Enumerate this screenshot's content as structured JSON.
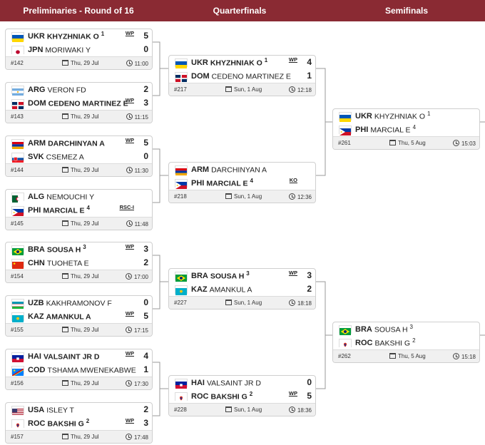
{
  "header": {
    "round16": "Preliminaries - Round of 16",
    "quarter": "Quarterfinals",
    "semi": "Semifinals"
  },
  "round16": [
    {
      "id": "#142",
      "date": "Thu, 29 Jul",
      "time": "11:00",
      "p": [
        {
          "noc": "UKR",
          "name": "KHYZHNIAK O",
          "seed": "1",
          "dec": "WP",
          "score": "5",
          "bold": true,
          "flag": "ukr"
        },
        {
          "noc": "JPN",
          "name": "MORIWAKI Y",
          "seed": "",
          "dec": "",
          "score": "0",
          "bold": false,
          "flag": "jpn"
        }
      ]
    },
    {
      "id": "#143",
      "date": "Thu, 29 Jul",
      "time": "11:15",
      "p": [
        {
          "noc": "ARG",
          "name": "VERON FD",
          "seed": "",
          "dec": "",
          "score": "2",
          "bold": false,
          "flag": "arg"
        },
        {
          "noc": "DOM",
          "name": "CEDENO MARTINEZ E",
          "seed": "",
          "dec": "WP",
          "score": "3",
          "bold": true,
          "flag": "dom"
        }
      ]
    },
    {
      "id": "#144",
      "date": "Thu, 29 Jul",
      "time": "11:30",
      "p": [
        {
          "noc": "ARM",
          "name": "DARCHINYAN A",
          "seed": "",
          "dec": "WP",
          "score": "5",
          "bold": true,
          "flag": "arm"
        },
        {
          "noc": "SVK",
          "name": "CSEMEZ A",
          "seed": "",
          "dec": "",
          "score": "0",
          "bold": false,
          "flag": "svk"
        }
      ]
    },
    {
      "id": "#145",
      "date": "Thu, 29 Jul",
      "time": "11:48",
      "p": [
        {
          "noc": "ALG",
          "name": "NEMOUCHI Y",
          "seed": "",
          "dec": "",
          "score": "",
          "bold": false,
          "flag": "alg"
        },
        {
          "noc": "PHI",
          "name": "MARCIAL E",
          "seed": "4",
          "dec": "RSC-I",
          "score": "",
          "bold": true,
          "flag": "phi"
        }
      ]
    },
    {
      "id": "#154",
      "date": "Thu, 29 Jul",
      "time": "17:00",
      "p": [
        {
          "noc": "BRA",
          "name": "SOUSA H",
          "seed": "3",
          "dec": "WP",
          "score": "3",
          "bold": true,
          "flag": "bra"
        },
        {
          "noc": "CHN",
          "name": "TUOHETA E",
          "seed": "",
          "dec": "",
          "score": "2",
          "bold": false,
          "flag": "chn"
        }
      ]
    },
    {
      "id": "#155",
      "date": "Thu, 29 Jul",
      "time": "17:15",
      "p": [
        {
          "noc": "UZB",
          "name": "KAKHRAMONOV F",
          "seed": "",
          "dec": "",
          "score": "0",
          "bold": false,
          "flag": "uzb"
        },
        {
          "noc": "KAZ",
          "name": "AMANKUL A",
          "seed": "",
          "dec": "WP",
          "score": "5",
          "bold": true,
          "flag": "kaz"
        }
      ]
    },
    {
      "id": "#156",
      "date": "Thu, 29 Jul",
      "time": "17:30",
      "p": [
        {
          "noc": "HAI",
          "name": "VALSAINT JR D",
          "seed": "",
          "dec": "WP",
          "score": "4",
          "bold": true,
          "flag": "hai"
        },
        {
          "noc": "COD",
          "name": "TSHAMA MWENEKABWE",
          "seed": "",
          "dec": "",
          "score": "1",
          "bold": false,
          "flag": "cod"
        }
      ]
    },
    {
      "id": "#157",
      "date": "Thu, 29 Jul",
      "time": "17:48",
      "p": [
        {
          "noc": "USA",
          "name": "ISLEY T",
          "seed": "",
          "dec": "",
          "score": "2",
          "bold": false,
          "flag": "usa"
        },
        {
          "noc": "ROC",
          "name": "BAKSHI G",
          "seed": "2",
          "dec": "WP",
          "score": "3",
          "bold": true,
          "flag": "roc"
        }
      ]
    }
  ],
  "quarter": [
    {
      "id": "#217",
      "date": "Sun, 1 Aug",
      "time": "12:18",
      "p": [
        {
          "noc": "UKR",
          "name": "KHYZHNIAK O",
          "seed": "1",
          "dec": "WP",
          "score": "4",
          "bold": true,
          "flag": "ukr"
        },
        {
          "noc": "DOM",
          "name": "CEDENO MARTINEZ E",
          "seed": "",
          "dec": "",
          "score": "1",
          "bold": false,
          "flag": "dom"
        }
      ]
    },
    {
      "id": "#218",
      "date": "Sun, 1 Aug",
      "time": "12:36",
      "p": [
        {
          "noc": "ARM",
          "name": "DARCHINYAN A",
          "seed": "",
          "dec": "",
          "score": "",
          "bold": false,
          "flag": "arm"
        },
        {
          "noc": "PHI",
          "name": "MARCIAL E",
          "seed": "4",
          "dec": "KO",
          "score": "",
          "bold": true,
          "flag": "phi"
        }
      ]
    },
    {
      "id": "#227",
      "date": "Sun, 1 Aug",
      "time": "18:18",
      "p": [
        {
          "noc": "BRA",
          "name": "SOUSA H",
          "seed": "3",
          "dec": "WP",
          "score": "3",
          "bold": true,
          "flag": "bra"
        },
        {
          "noc": "KAZ",
          "name": "AMANKUL A",
          "seed": "",
          "dec": "",
          "score": "2",
          "bold": false,
          "flag": "kaz"
        }
      ]
    },
    {
      "id": "#228",
      "date": "Sun, 1 Aug",
      "time": "18:36",
      "p": [
        {
          "noc": "HAI",
          "name": "VALSAINT JR D",
          "seed": "",
          "dec": "",
          "score": "0",
          "bold": false,
          "flag": "hai"
        },
        {
          "noc": "ROC",
          "name": "BAKSHI G",
          "seed": "2",
          "dec": "WP",
          "score": "5",
          "bold": true,
          "flag": "roc"
        }
      ]
    }
  ],
  "semi": [
    {
      "id": "#261",
      "date": "Thu, 5 Aug",
      "time": "15:03",
      "p": [
        {
          "noc": "UKR",
          "name": "KHYZHNIAK O",
          "seed": "1",
          "dec": "",
          "score": "",
          "bold": false,
          "flag": "ukr"
        },
        {
          "noc": "PHI",
          "name": "MARCIAL E",
          "seed": "4",
          "dec": "",
          "score": "",
          "bold": false,
          "flag": "phi"
        }
      ]
    },
    {
      "id": "#262",
      "date": "Thu, 5 Aug",
      "time": "15:18",
      "p": [
        {
          "noc": "BRA",
          "name": "SOUSA H",
          "seed": "3",
          "dec": "",
          "score": "",
          "bold": false,
          "flag": "bra"
        },
        {
          "noc": "ROC",
          "name": "BAKSHI G",
          "seed": "2",
          "dec": "",
          "score": "",
          "bold": false,
          "flag": "roc"
        }
      ]
    }
  ],
  "colors": {
    "header_bg": "#8a2a33",
    "line": "#9a9a9a",
    "footer_bg": "#f0f0f0"
  }
}
